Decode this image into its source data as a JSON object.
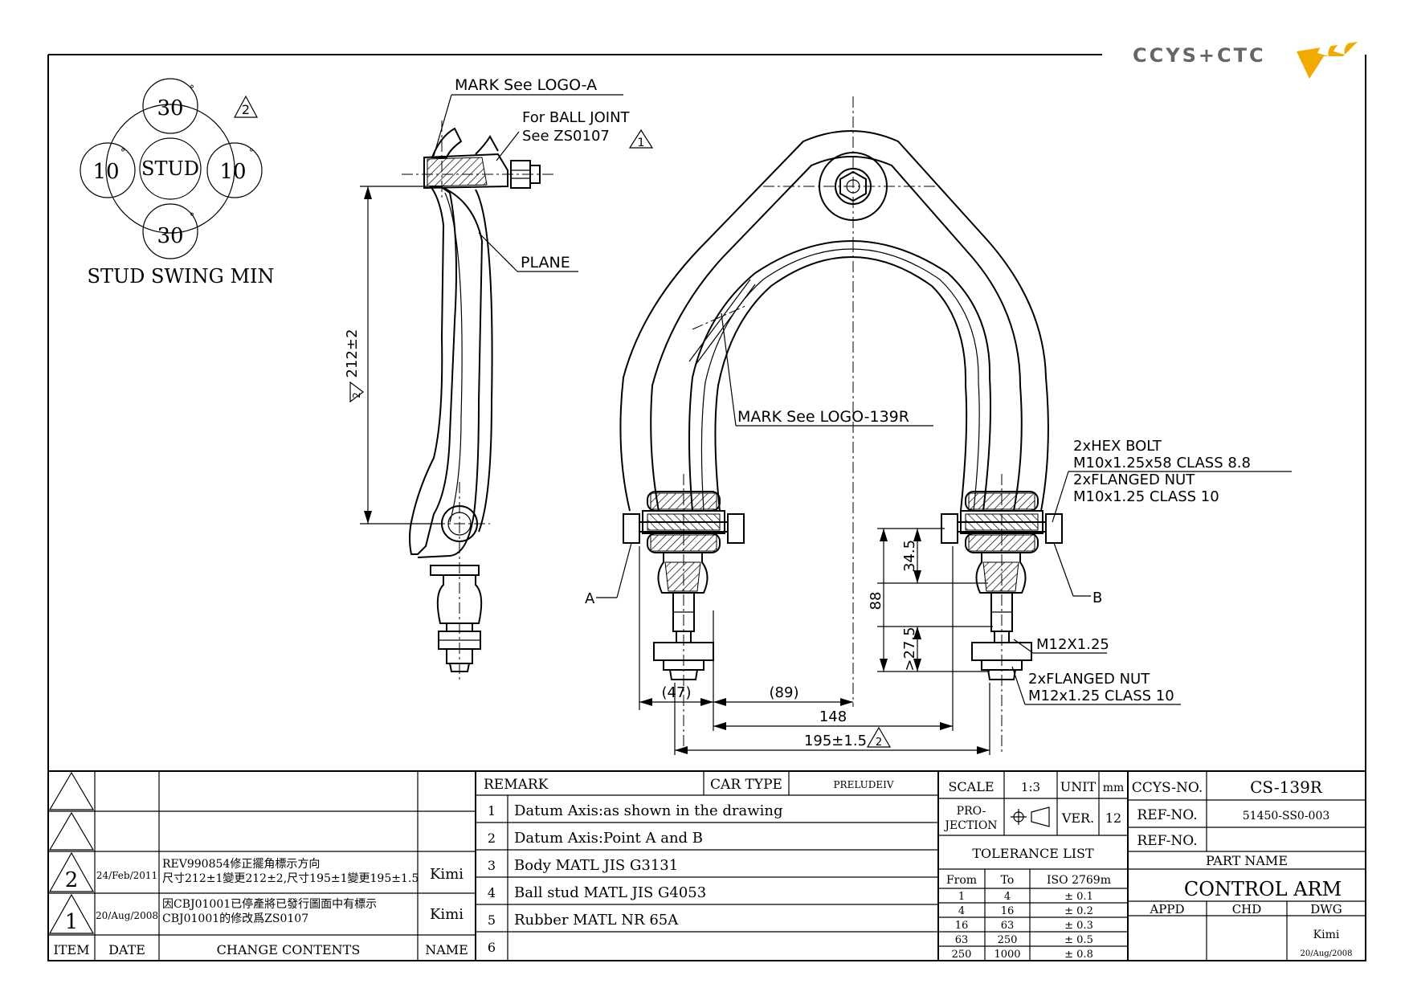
{
  "logo": {
    "text": "CCYS+CTC"
  },
  "stud_swing": {
    "title": "STUD SWING MIN",
    "center": "STUD",
    "top": "30",
    "bottom": "30",
    "left": "10",
    "right": "10",
    "degree_mark": "°",
    "revision_mark": "2"
  },
  "side_view": {
    "mark_logo_a": "MARK  See  LOGO-A",
    "ball_joint_1": "For  BALL  JOINT",
    "ball_joint_2": "See  ZS0107",
    "ball_joint_rev": "1",
    "plane": "PLANE",
    "height_dim": "212±2",
    "height_rev": "2"
  },
  "front_view": {
    "mark_logo_139r": "MARK  See  LOGO-139R",
    "hex_bolt_1": "2xHEX  BOLT",
    "hex_bolt_2": "M10x1.25x58  CLASS  8.8",
    "flanged_nut_1": "2xFLANGED  NUT",
    "flanged_nut_2": "M10x1.25  CLASS  10",
    "point_a": "A",
    "point_b": "B",
    "dim_34_5": "34.5",
    "dim_88": "88",
    "dim_27_5": ">27.5",
    "thread": "M12X1.25",
    "lower_nut_1": "2xFLANGED  NUT",
    "lower_nut_2": "M12x1.25  CLASS  10",
    "dim_47": "(47)",
    "dim_89": "(89)",
    "dim_148": "148",
    "dim_195": "195±1.5",
    "dim_195_rev": "2"
  },
  "revisions": {
    "rows": [
      {
        "item": "",
        "date": "",
        "change": [
          "",
          ""
        ],
        "name": ""
      },
      {
        "item": "",
        "date": "",
        "change": [
          "",
          ""
        ],
        "name": ""
      },
      {
        "item": "2",
        "date": "24/Feb/2011",
        "change": [
          "REV990854修正擺角標示方向",
          "尺寸212±1變更212±2,尺寸195±1變更195±1.5"
        ],
        "name": "Kimi"
      },
      {
        "item": "1",
        "date": "20/Aug/2008",
        "change": [
          "因CBJ01001已停產將已發行圖面中有標示",
          "CBJ01001的修改爲ZS0107"
        ],
        "name": "Kimi"
      }
    ],
    "headers": {
      "item": "ITEM",
      "date": "DATE",
      "change": "CHANGE CONTENTS",
      "name": "NAME"
    }
  },
  "remarks": {
    "label": "REMARK",
    "car_type_label": "CAR TYPE",
    "car_type": "PRELUDEIV",
    "items": [
      {
        "no": "1",
        "text": "Datum Axis:as shown in the drawing"
      },
      {
        "no": "2",
        "text": "Datum Axis:Point A and B"
      },
      {
        "no": "3",
        "text": "Body MATL JIS G3131"
      },
      {
        "no": "4",
        "text": "Ball stud MATL JIS G4053"
      },
      {
        "no": "5",
        "text": "Rubber MATL NR 65A"
      },
      {
        "no": "6",
        "text": ""
      }
    ]
  },
  "title_block": {
    "scale_label": "SCALE",
    "scale": "1:3",
    "unit_label": "UNIT",
    "unit": "mm",
    "projection_label_1": "PRO-",
    "projection_label_2": "JECTION",
    "ver_label": "VER.",
    "ver": "12",
    "tolerance_title": "TOLERANCE LIST",
    "tolerance_headers": [
      "From",
      "To",
      "ISO 2769m"
    ],
    "tolerance_rows": [
      [
        "1",
        "4",
        "± 0.1"
      ],
      [
        "4",
        "16",
        "± 0.2"
      ],
      [
        "16",
        "63",
        "± 0.3"
      ],
      [
        "63",
        "250",
        "± 0.5"
      ],
      [
        "250",
        "1000",
        "± 0.8"
      ]
    ],
    "ccys_no_label": "CCYS-NO.",
    "ccys_no": "CS-139R",
    "ref_no_label": "REF-NO.",
    "ref_no": "51450-SS0-003",
    "ref_no2_label": "REF-NO.",
    "ref_no2": "",
    "part_name_label": "PART NAME",
    "part_name": "CONTROL ARM",
    "appd": "APPD",
    "chd": "CHD",
    "dwg": "DWG",
    "dwg_name": "Kimi",
    "dwg_date": "20/Aug/2008"
  }
}
